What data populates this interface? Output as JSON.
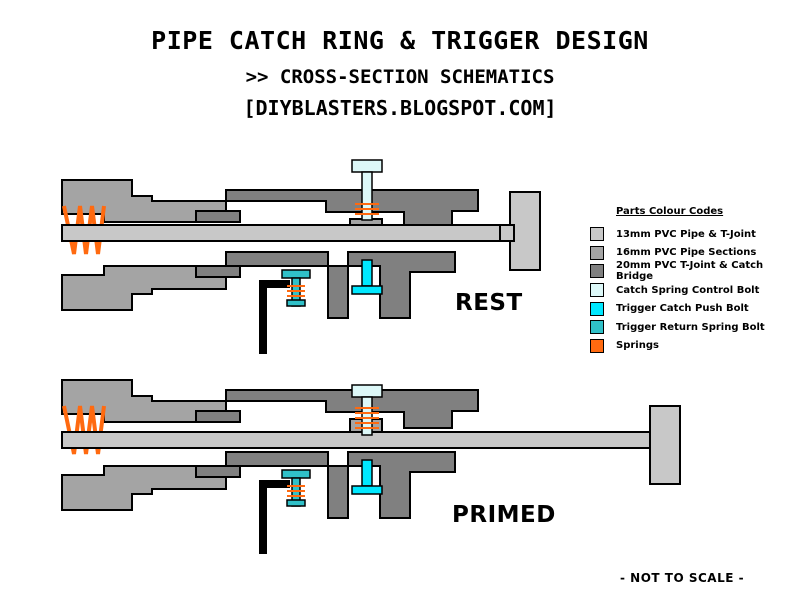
{
  "title": {
    "line1": "PIPE CATCH RING & TRIGGER DESIGN",
    "line2": ">> CROSS-SECTION SCHEMATICS",
    "line3": "[DIYBLASTERS.BLOGSPOT.COM]"
  },
  "states": {
    "rest": "REST",
    "primed": "PRIMED"
  },
  "legend": {
    "title": "Parts Colour Codes",
    "items": [
      {
        "label": "13mm PVC Pipe & T-Joint",
        "color": "#c8c8c8"
      },
      {
        "label": "16mm PVC Pipe Sections",
        "color": "#a4a4a4"
      },
      {
        "label": "20mm PVC T-Joint & Catch Bridge",
        "color": "#808080"
      },
      {
        "label": "Catch Spring Control Bolt",
        "color": "#ddf8f8"
      },
      {
        "label": "Trigger Catch Push Bolt",
        "color": "#00e8ff"
      },
      {
        "label": "Trigger Return Spring Bolt",
        "color": "#30c0c8"
      },
      {
        "label": "Springs",
        "color": "#ff6a10"
      }
    ]
  },
  "note": "- NOT TO SCALE -"
}
